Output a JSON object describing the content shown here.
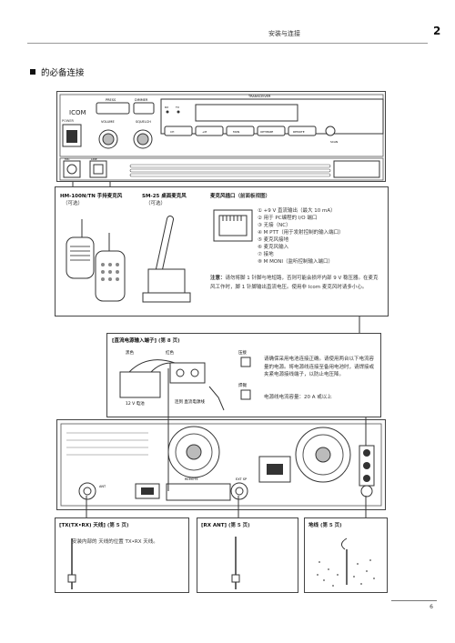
{
  "header": {
    "title": "安装与连接",
    "page_tab": "2"
  },
  "section_title": "的必备连接",
  "front_panel": {
    "brand": "ICOM",
    "labels": {
      "power": "POWER",
      "press": "PRESS",
      "dimmer": "DIMMER",
      "volume": "VOLUME",
      "squelch": "SQUELCH",
      "transceiver": "TRANSCEIVER",
      "mic_jack": "MIC",
      "line": "LINE",
      "remote": "REMOTE",
      "rx": "RX",
      "tx": "TX",
      "mon": "MON",
      "scan": "SCAN",
      "optimize": "OPTIMIZE",
      "mid_small": "+M",
      "ch": "CH"
    }
  },
  "hand_mic": {
    "name": "HM-100N/TN 手持麦克风",
    "note": "（可选）"
  },
  "desk_mic": {
    "name": "SM-25 桌面麦克风",
    "note": "（可选）"
  },
  "mic_connector": {
    "title": "麦克风插口",
    "title_note": "（前面板视图）",
    "pins": [
      "① +9 V 直流输出（最大 10 mA）",
      "② 用于 PC编程的 I/O 端口",
      "③ 无接（NC）",
      "④ M PTT（用于发射控制的输入端口）",
      "⑤ 麦克风接地",
      "⑥ 麦克风输入",
      "⑦ 接地",
      "⑧ M MONI（监听控制输入端口）"
    ],
    "caution_label": "注意：",
    "caution_text": "请勿将脚 1 针脚与地短路，否则可能会损坏内部 9 V 稳压器。在麦克风工作时，脚 1 针脚输出直流电压。使用非 Icom 麦克风时请多小心。"
  },
  "dc_input": {
    "title": "[直流电源输入端子]",
    "page_ref": "(第 8 页)",
    "labels": {
      "black": "黑色",
      "red": "红色",
      "battery": "12 V 电池",
      "connect_dc": "连到 直流电源线",
      "crimp": "压接",
      "solder": "焊锡"
    },
    "description": "请确保采用电池连接正确。请使用两台以下电流容量的电源。将电源线连接至备用电池时，请焊接或夹紧电源接线端子，以防止电压降。",
    "capacity": "电源线电流容量：20 A 或以上"
  },
  "rear_panel": {
    "labels": {
      "ant": "ANT",
      "remote": "REMOTE",
      "ext_sp": "EXT SP"
    }
  },
  "bottom_boxes": [
    {
      "title": "[TX(TX•RX) 天线]",
      "ref": "(第 5 页)",
      "note": "安装内部的 天线的位置 TX•RX 天线。"
    },
    {
      "title": "[RX ANT]",
      "ref": "(第 5 页)",
      "note": ""
    },
    {
      "title": "地线",
      "ref": "(第 5 页)",
      "note": ""
    }
  ],
  "footer": {
    "page": "6"
  }
}
